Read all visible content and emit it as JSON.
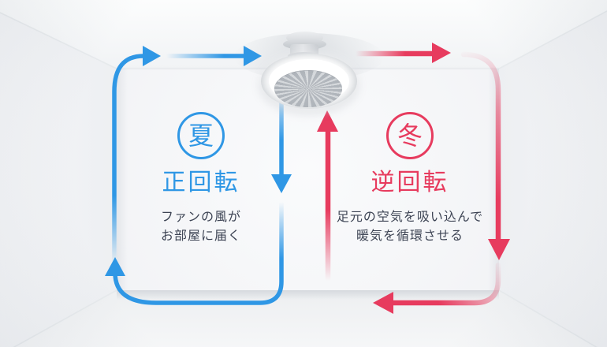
{
  "scene": {
    "fixture_icon": "ceiling-fan",
    "description": "room interior with ceiling fan and airflow loops"
  },
  "colors": {
    "summer_accent": "#2f97e5",
    "winter_accent": "#e73b5e",
    "body_text": "#3d4454"
  },
  "summer": {
    "badge": "夏",
    "title": "正回転",
    "description_lines": [
      "ファンの風が",
      "お部屋に届く"
    ]
  },
  "winter": {
    "badge": "冬",
    "title": "逆回転",
    "description_lines": [
      "足元の空気を吸い込んで",
      "暖気を循環させる"
    ]
  }
}
